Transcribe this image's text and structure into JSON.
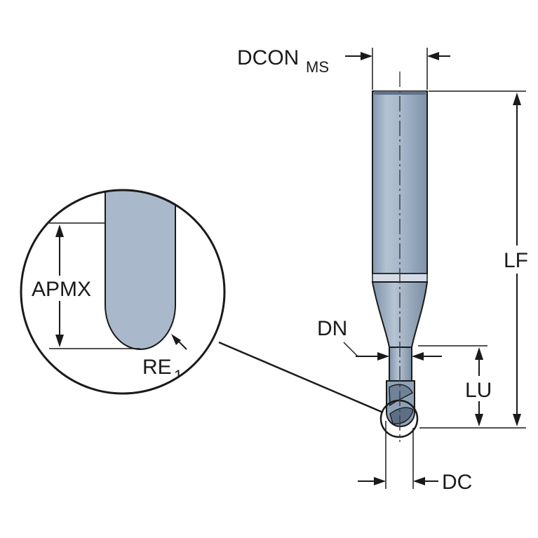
{
  "labels": {
    "dcon": "DCON",
    "dcon_sub": "MS",
    "lf": "LF",
    "dn": "DN",
    "lu": "LU",
    "dc": "DC",
    "apmx": "APMX",
    "re": "RE",
    "re_sub": "1"
  },
  "colors": {
    "tool_fill": "#a9b9cb",
    "tool_dark": "#7f92a8",
    "tool_light": "#c7d3e0",
    "line": "#1a1a1a"
  }
}
